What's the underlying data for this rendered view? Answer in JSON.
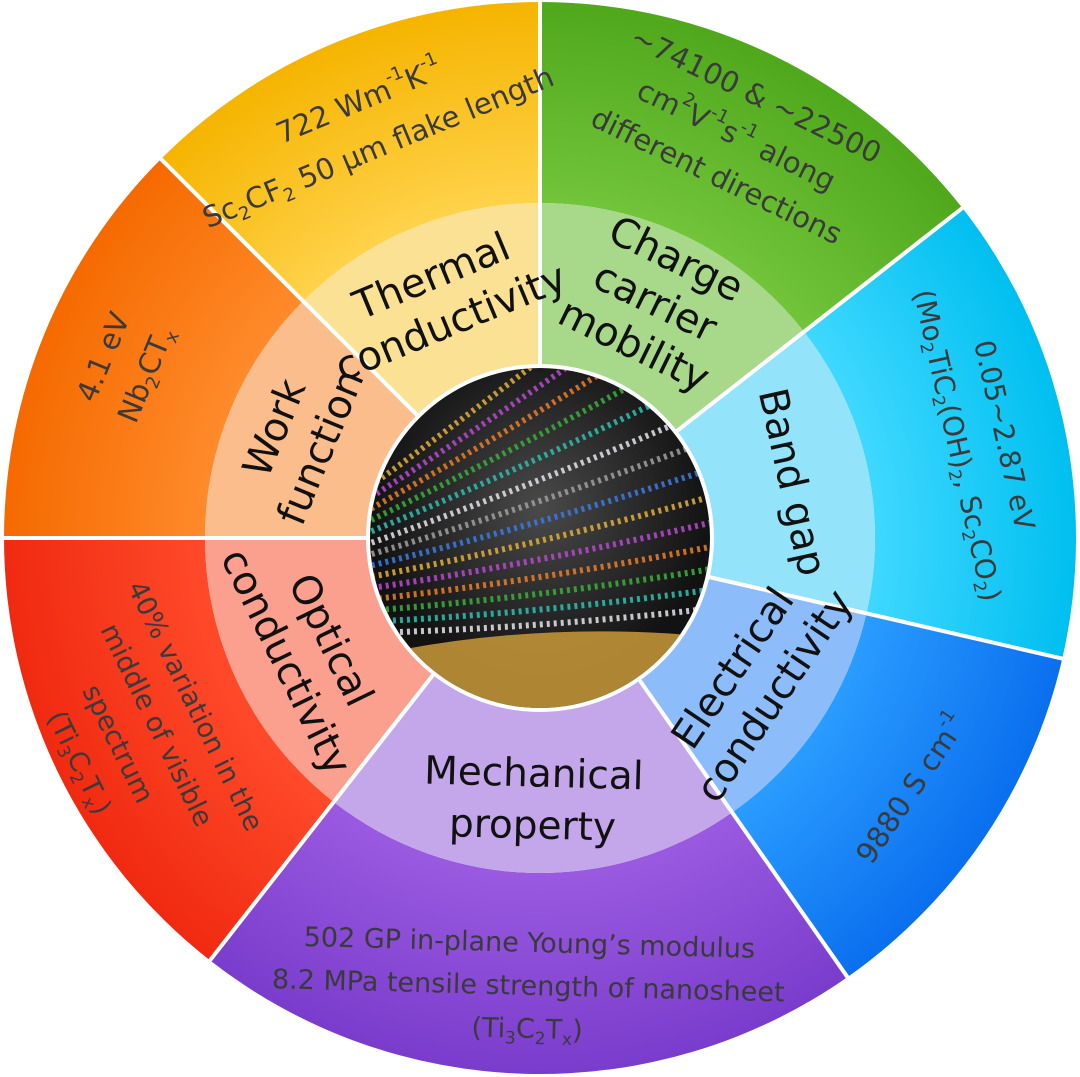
{
  "properties": [
    {
      "id": "thermal-conductivity",
      "inner": [
        "Thermal",
        "conductivity"
      ],
      "outer": [
        [
          {
            "t": "722 Wm"
          },
          {
            "t": "-1",
            "s": "sup"
          },
          {
            "t": "K"
          },
          {
            "t": "-1",
            "s": "sup"
          }
        ],
        [
          {
            "t": "Sc"
          },
          {
            "t": "2",
            "s": "sub"
          },
          {
            "t": "CF"
          },
          {
            "t": "2",
            "s": "sub"
          },
          {
            "t": " 50 µm flake length"
          }
        ]
      ],
      "colors": {
        "outer_light": "#ffd24a",
        "outer_dark": "#f5b400",
        "inner": "#fbe194"
      }
    },
    {
      "id": "charge-carrier-mobility",
      "inner": [
        "Charge",
        "carrier",
        "mobility"
      ],
      "outer": [
        [
          {
            "t": "~74100 & ~22500"
          }
        ],
        [
          {
            "t": "cm"
          },
          {
            "t": "2",
            "s": "sup"
          },
          {
            "t": "V"
          },
          {
            "t": "-1",
            "s": "sup"
          },
          {
            "t": "s"
          },
          {
            "t": "-1",
            "s": "sup"
          },
          {
            "t": " along"
          }
        ],
        [
          {
            "t": "different directions"
          }
        ]
      ],
      "colors": {
        "outer_light": "#72c43a",
        "outer_dark": "#4fa81c",
        "inner": "#a8d88a"
      }
    },
    {
      "id": "band-gap",
      "inner": [
        "Band gap"
      ],
      "outer": [
        [
          {
            "t": "0.05~2.87 eV"
          }
        ],
        [
          {
            "t": "(Mo"
          },
          {
            "t": "2",
            "s": "sub"
          },
          {
            "t": "TiC"
          },
          {
            "t": "2",
            "s": "sub"
          },
          {
            "t": "(OH)"
          },
          {
            "t": "2",
            "s": "sub"
          },
          {
            "t": ", Sc"
          },
          {
            "t": "2",
            "s": "sub"
          },
          {
            "t": "CO"
          },
          {
            "t": "2",
            "s": "sub"
          },
          {
            "t": ")"
          }
        ]
      ],
      "colors": {
        "outer_light": "#3fd8ff",
        "outer_dark": "#00bff0",
        "inner": "#93e3fa"
      }
    },
    {
      "id": "electrical-conductivity",
      "inner": [
        "Electrical",
        "conductivity"
      ],
      "outer": [
        [
          {
            "t": "9880 S cm"
          },
          {
            "t": "-1",
            "s": "sup"
          }
        ]
      ],
      "colors": {
        "outer_light": "#2a9cff",
        "outer_dark": "#0a6fee",
        "inner": "#8cbcfa"
      }
    },
    {
      "id": "mechanical-property",
      "inner": [
        "Mechanical",
        "property"
      ],
      "outer": [
        [
          {
            "t": "502 GP in-plane Young’s modulus"
          }
        ],
        [
          {
            "t": "8.2 MPa tensile strength of nanosheet"
          }
        ],
        [
          {
            "t": "(Ti"
          },
          {
            "t": "3",
            "s": "sub"
          },
          {
            "t": "C"
          },
          {
            "t": "2",
            "s": "sub"
          },
          {
            "t": "T"
          },
          {
            "t": "x",
            "s": "sub"
          },
          {
            "t": ")"
          }
        ]
      ],
      "colors": {
        "outer_light": "#9a5ae0",
        "outer_dark": "#7a3ccc",
        "inner": "#c4a6ea"
      }
    },
    {
      "id": "optical-conductivity",
      "inner": [
        "Optical",
        "conductivity"
      ],
      "outer": [
        [
          {
            "t": "40% variation in the"
          }
        ],
        [
          {
            "t": "middle of visible"
          }
        ],
        [
          {
            "t": "spectrum"
          }
        ],
        [
          {
            "t": "(Ti"
          },
          {
            "t": "3",
            "s": "sub"
          },
          {
            "t": "C"
          },
          {
            "t": "2",
            "s": "sub"
          },
          {
            "t": "T"
          },
          {
            "t": "x",
            "s": "sub"
          },
          {
            "t": ")"
          }
        ]
      ],
      "colors": {
        "outer_light": "#ff4a2a",
        "outer_dark": "#f02a10",
        "inner": "#fb9f8e"
      }
    },
    {
      "id": "work-function",
      "inner": [
        "Work",
        "function"
      ],
      "outer": [
        [
          {
            "t": "4.1 eV"
          }
        ],
        [
          {
            "t": "Nb"
          },
          {
            "t": "2",
            "s": "sub"
          },
          {
            "t": "CT"
          },
          {
            "t": "x",
            "s": "sub"
          }
        ]
      ],
      "colors": {
        "outer_light": "#ff8a2a",
        "outer_dark": "#f56a00",
        "inner": "#fbbd8c"
      }
    }
  ],
  "colors": {
    "outer_text": "#3a3a3a",
    "inner_text": "#111111",
    "separator": "#ffffff",
    "center_dark": "#121212",
    "center_mid": "#4a4a4a",
    "layer_colors": [
      "#d9d9e0",
      "#2fb8a8",
      "#3aa83a",
      "#e07a2a",
      "#b048c8",
      "#d8a838",
      "#3a78d8",
      "#9a9a9a"
    ],
    "substrate": "#c99a3a"
  }
}
